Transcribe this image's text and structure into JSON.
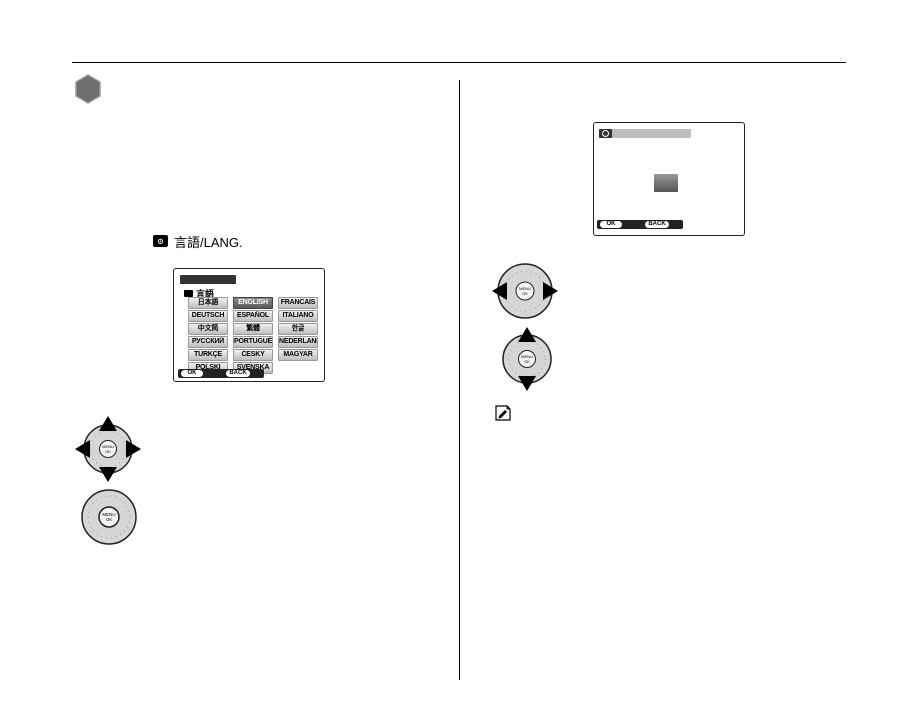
{
  "language_menu_ref": {
    "chip_text": "⊙",
    "label": "言語/LANG."
  },
  "language_screen": {
    "heading": "言語",
    "languages": [
      [
        "日本語",
        "ENGLISH",
        "FRANCAIS"
      ],
      [
        "DEUTSCH",
        "ESPAÑOL",
        "ITALIANO"
      ],
      [
        "中文简",
        "繁體",
        "한글"
      ],
      [
        "РУССКИЙ",
        "PORTUGUÊS",
        "NEDERLANDS"
      ],
      [
        "TÜRKÇE",
        "ČESKY",
        "MAGYAR"
      ],
      [
        "POLSKI",
        "SVENSKA",
        ""
      ]
    ],
    "selected": "ENGLISH",
    "ok_label": "OK",
    "back_label": "BACK"
  },
  "date_screen": {
    "ok_label": "OK",
    "back_label": "BACK"
  },
  "dial": {
    "center_label_top": "MENU",
    "center_label_bottom": "OK"
  },
  "icons": [
    "hexagon-step-icon",
    "menu-ok-dial-icon",
    "memo-icon",
    "clock-icon"
  ],
  "colors": {
    "ink": "#000000",
    "rule": "#000000",
    "screen_dark": "#222222",
    "hexagon": "#6e6e6e"
  }
}
